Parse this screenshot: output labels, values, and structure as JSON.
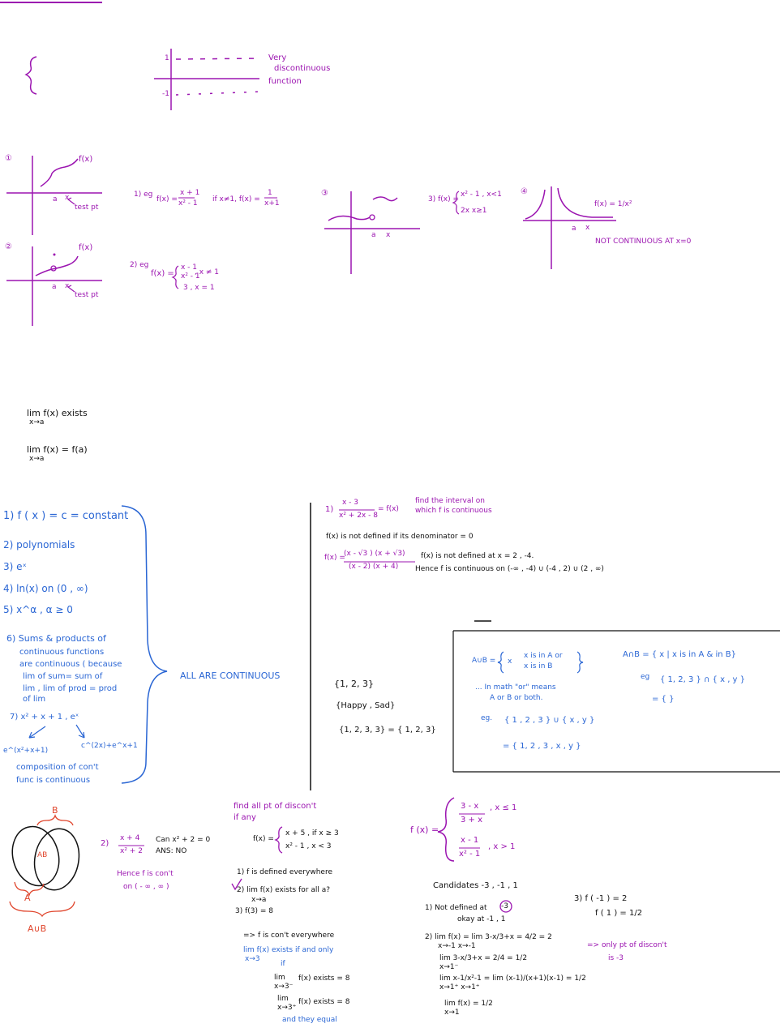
{
  "colors": {
    "magenta": "#9b14b0",
    "blue": "#2a66d4",
    "black": "#111111",
    "red": "#e0452c"
  },
  "top": {
    "very": "Very",
    "discontinuous": "discontinuous",
    "function": "function",
    "one": "1",
    "neg_one": "-1"
  },
  "graphs": {
    "g1_num": "①",
    "g1_label": "f(x)",
    "g1_a": "a",
    "g1_x": "x",
    "g1_test": "test pt",
    "g2_num": "②",
    "g2_label": "f(x)",
    "g2_a": "a",
    "g2_x": "x",
    "g2_test": "test pt",
    "g3_num": "③",
    "g3_a": "a",
    "g3_x": "x",
    "g4_num": "④",
    "g4_label": "f(x) = 1/x²",
    "g4_a": "a",
    "g4_x": "x",
    "g4_note": "NOT CONTINUOUS AT x=0"
  },
  "examples": {
    "e1_prefix": "1) eg",
    "e1_fx": "f(x) =",
    "e1_num": "x + 1",
    "e1_den": "x² - 1",
    "e1_cond": "if x≠1, f(x) =",
    "e1_r_num": "1",
    "e1_r_den": "x+1",
    "e2_prefix": "2) eg",
    "e2_fx": "f(x) =",
    "e2_case1_num": "x - 1",
    "e2_case1_den": "x² - 1",
    "e2_case1_cond": ", x ≠ 1",
    "e2_case2": "3 , x = 1",
    "e3_prefix": "3) f(x) =",
    "e3_case1": "x² - 1 , x<1",
    "e3_case2": "2x  x≥1"
  },
  "limits": {
    "l1a": "lim  f(x)  exists",
    "l1b": "x→a",
    "l2a": "lim   f(x) = f(a)",
    "l2b": "x→a"
  },
  "list": {
    "i1": "1)  f ( x )  =  c  = constant",
    "i2": "2)   polynomials",
    "i3": "3)  eˣ",
    "i4": "4)   ln(x)   on   (0 , ∞)",
    "i5": "5)  x^α  ,  α ≥ 0",
    "i6a": "6) Sums  &  products  of",
    "i6b": "continuous  functions",
    "i6c": "are  continuous ( because",
    "i6d": "lim  of  sum= sum  of",
    "i6e": "lim ,  lim  of  prod = prod",
    "i6f": "of   lim",
    "i7a": "7)     x² + x + 1 ,  eˣ",
    "i7b": "e^(x²+x+1)",
    "i7c": "c^(2x)+e^x+1",
    "i7d": "composition   of   con't",
    "i7e": "func   is    continuous",
    "all": "ALL   ARE   CONTINUOUS"
  },
  "right": {
    "q_num": "1)",
    "q_frac_num": "x  - 3",
    "q_frac_den": "x² + 2x - 8",
    "q_eq": "= f(x)",
    "q_text1": "find   the   interval  on",
    "q_text2": "which   f   is   continuous",
    "r1": "f(x)   is    not    defined   if  its    denominator = 0",
    "r2_fx": "f(x) =",
    "r2_num": "(x - √3 ) (x + √3)",
    "r2_den": "(x - 2)  (x + 4)",
    "r2_text": "f(x)   is    not   defined   at    x = 2 , -4.",
    "r3": "Hence  f  is  continuous  on   (-∞ , -4) ∪ (-4 , 2)     ∪ (2 , ∞)"
  },
  "sets": {
    "s1": "{1,  2,  3}",
    "s2": "{Happy , Sad}",
    "s3": "{1, 2, 3, 3}  =  { 1, 2, 3}",
    "union_lhs": "A∪B  =",
    "union_a": "x   is   in   A or",
    "union_b": "x   is   in   B",
    "union_x": "x",
    "or1": "...  In    math    \"or\"   means",
    "or2": "A   or   B   or   both.",
    "eg1": "eg.",
    "eg_u": "{ 1 , 2 , 3 }  ∪  { x , y }",
    "eg_r": "=  { 1, 2 , 3 , x , y }",
    "inter": "A∩B  =  { x | x   is   in   A & in  B}",
    "eg2": "eg",
    "inter_eg": "{ 1, 2, 3 } ∩ { x , y }",
    "inter_r": "= { }"
  },
  "venn": {
    "b": "B",
    "ab": "AB",
    "a": "A",
    "aub": "A∪B"
  },
  "bottom": {
    "v_num": "2)",
    "v_frac_num": "x + 4",
    "v_frac_den": "x² + 2",
    "v_can": "Can  x² + 2 = 0",
    "v_ans": "ANS:  NO",
    "v_hence": "Hence   f   is   con't",
    "v_on": "on   ( - ∞ , ∞ )",
    "find1": "find   all   pt   of   discon't",
    "find2": "if    any",
    "pw_fx": "f(x) =",
    "pw1": "x + 5 , if   x ≥ 3",
    "pw2": "x² - 1 , x < 3",
    "c1": "1)  f   is   defined   everywhere",
    "c2": "2)  lim    f(x)  exists    for  all  a?",
    "c2b": "x→a",
    "c3": "3)  f(3) = 8",
    "imp": "=> f   is    con't  everywhere",
    "lim_iff": "lim  f(x)   exists  if    and    only",
    "lim_iff2": "x→3",
    "lim_if": "if",
    "lm1": "lim",
    "lm1b": "x→3⁻",
    "lm1c": "f(x)  exists   =  8",
    "lm2": "lim",
    "lm2b": "x→3⁺",
    "lm2c": "f(x)  exists   =  8",
    "equal": "and     they    equal",
    "bf_fx": "f (x) =",
    "bf1_num": "3 - x",
    "bf1_den": "3 + x",
    "bf1_cond": ",   x ≤ 1",
    "bf2_num": "x - 1",
    "bf2_den": "x² - 1",
    "bf2_cond": ",    x > 1",
    "cand": "Candidates      -3 , -1 , 1",
    "nd1": "1) Not    defined    at",
    "nd_circ": "-3",
    "okay": "okay        at     -1 , 1",
    "l2": "2)  lim     f(x)  =   lim    3-x/3+x  =  4/2  = 2",
    "l2s": "x→-1                        x→-1",
    "l3": "lim    3-x/3+x  =  2/4 = 1/2",
    "l3s": "x→1⁻",
    "l4": "lim    x-1/x²-1  =  lim   (x-1)/(x+1)(x-1)  =  1/2",
    "l4s": "x→1⁺                       x→1⁺",
    "l5": "lim    f(x) =  1/2",
    "l5s": "x→1",
    "f_neg1": "3)   f ( -1 )  = 2",
    "f_1": "f ( 1 )  =  1/2",
    "only1": "=> only    pt    of    discon't",
    "only2": "is     -3"
  }
}
